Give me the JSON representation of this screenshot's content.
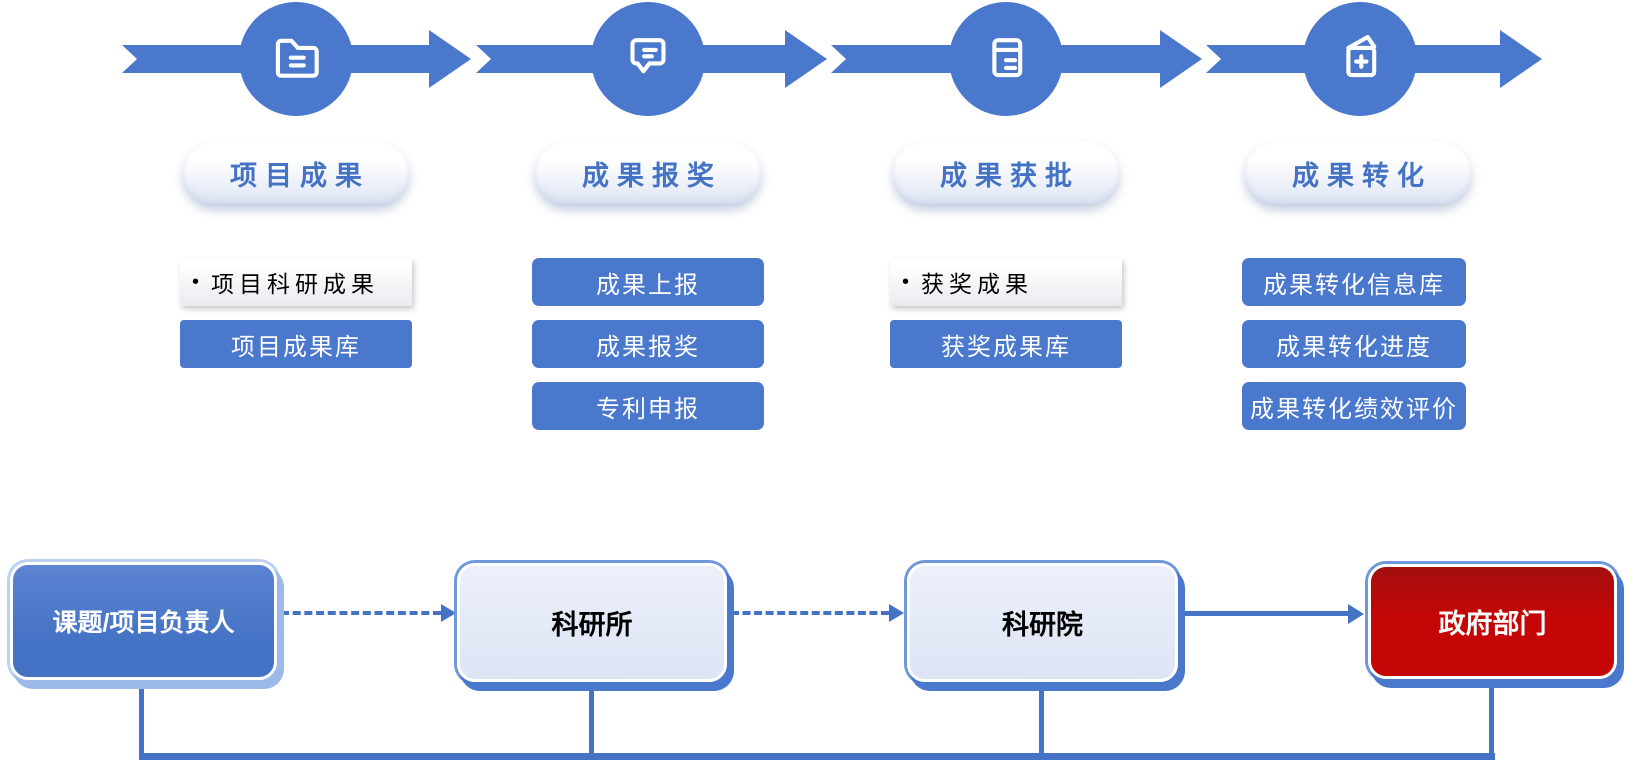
{
  "colors": {
    "primary_blue": "#4472C4",
    "light_fill": "#E2E8F6",
    "alert_red": "#C00000",
    "icon_white": "#FFFFFF"
  },
  "stages": [
    {
      "icon": "folder-icon",
      "label": "项目成果",
      "items": [
        {
          "text": "项目科研成果",
          "type": "plain",
          "bullet": "•"
        },
        {
          "text": "项目成果库",
          "type": "filled"
        }
      ]
    },
    {
      "icon": "comment-icon",
      "label": "成果报奖",
      "items": [
        {
          "text": "成果上报",
          "type": "filled"
        },
        {
          "text": "成果报奖",
          "type": "filled"
        },
        {
          "text": "专利申报",
          "type": "filled"
        }
      ]
    },
    {
      "icon": "notebook-icon",
      "label": "成果获批",
      "items": [
        {
          "text": "获奖成果",
          "type": "plain",
          "bullet": "•"
        },
        {
          "text": "获奖成果库",
          "type": "filled"
        }
      ]
    },
    {
      "icon": "card-plus-icon",
      "label": "成果转化",
      "items": [
        {
          "text": "成果转化信息库",
          "type": "filled"
        },
        {
          "text": "成果转化进度",
          "type": "filled"
        },
        {
          "text": "成果转化绩效评价",
          "type": "filled"
        }
      ]
    }
  ],
  "actors": [
    {
      "label": "课题/项目负责人",
      "style": "blue"
    },
    {
      "label": "科研所",
      "style": "light"
    },
    {
      "label": "科研院",
      "style": "light"
    },
    {
      "label": "政府部门",
      "style": "red"
    }
  ]
}
